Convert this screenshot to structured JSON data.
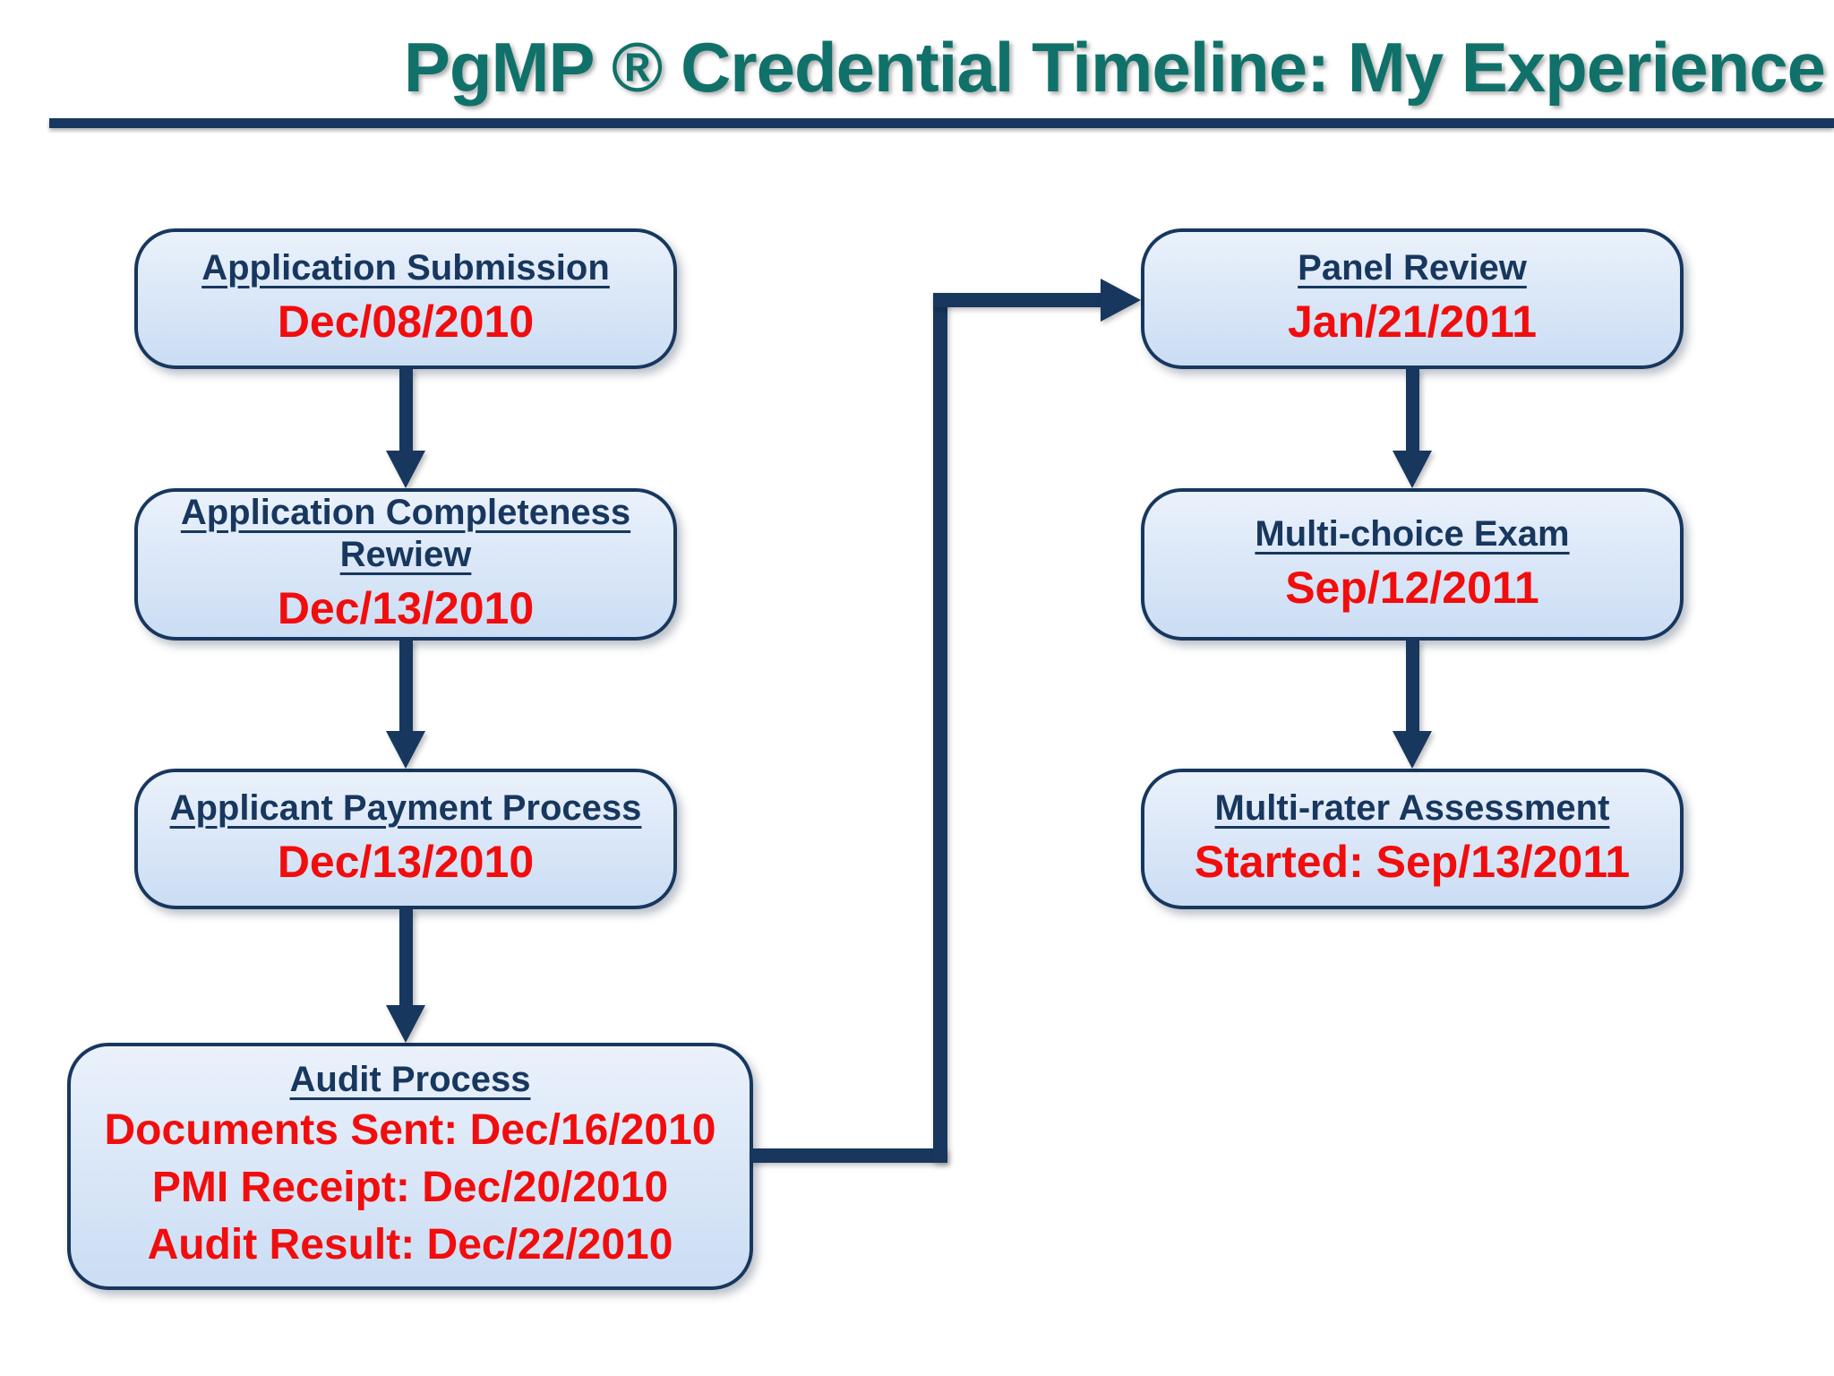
{
  "title": "PgMP ® Credential Timeline: My Experience",
  "colors": {
    "title_teal": "#10716A",
    "navy": "#17375E",
    "date_red": "#F10D0D",
    "box_fill_top": "#EAF1FB",
    "box_fill_bottom": "#CBDDF4",
    "background": "#FFFFFF"
  },
  "left_column": [
    {
      "id": "application-submission",
      "heading": "Application Submission",
      "lines": [
        "Dec/08/2010"
      ]
    },
    {
      "id": "application-completeness-review",
      "heading": "Application Completeness Rewiew",
      "lines": [
        "Dec/13/2010"
      ]
    },
    {
      "id": "applicant-payment-process",
      "heading": "Applicant Payment Process",
      "lines": [
        "Dec/13/2010"
      ]
    },
    {
      "id": "audit-process",
      "heading": "Audit Process",
      "lines": [
        "Documents Sent: Dec/16/2010",
        "PMI Receipt: Dec/20/2010",
        "Audit Result: Dec/22/2010"
      ]
    }
  ],
  "right_column": [
    {
      "id": "panel-review",
      "heading": "Panel Review",
      "lines": [
        "Jan/21/2011"
      ]
    },
    {
      "id": "multi-choice-exam",
      "heading": "Multi-choice Exam",
      "lines": [
        "Sep/12/2011"
      ]
    },
    {
      "id": "multi-rater-assessment",
      "heading": "Multi-rater Assessment",
      "lines": [
        "Started: Sep/13/2011"
      ]
    }
  ],
  "edges": [
    {
      "from": "application-submission",
      "to": "application-completeness-review"
    },
    {
      "from": "application-completeness-review",
      "to": "applicant-payment-process"
    },
    {
      "from": "applicant-payment-process",
      "to": "audit-process"
    },
    {
      "from": "audit-process",
      "to": "panel-review"
    },
    {
      "from": "panel-review",
      "to": "multi-choice-exam"
    },
    {
      "from": "multi-choice-exam",
      "to": "multi-rater-assessment"
    }
  ]
}
